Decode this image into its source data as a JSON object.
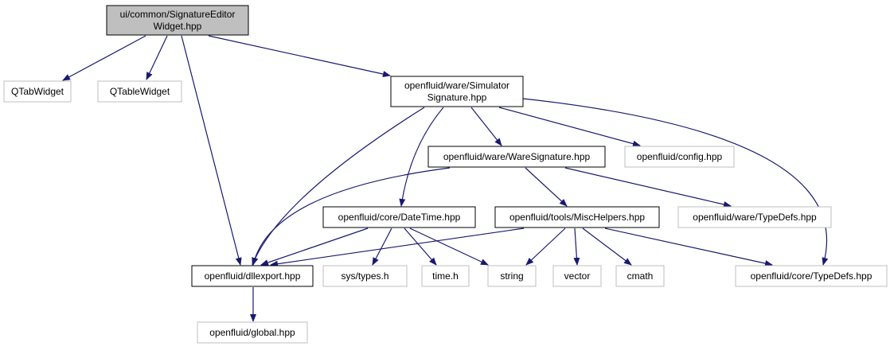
{
  "graph": {
    "colors": {
      "edge": "#191970",
      "root_fill": "#bfbfbf",
      "internal_border": "#000000",
      "external_border": "#bfbfbf",
      "background": "#ffffff"
    },
    "nodes": [
      {
        "id": "root",
        "lines": [
          "ui/common/SignatureEditor",
          "Widget.hpp"
        ],
        "kind": "root"
      },
      {
        "id": "qtabwidget",
        "lines": [
          "QTabWidget"
        ],
        "kind": "external"
      },
      {
        "id": "qtablewidget",
        "lines": [
          "QTableWidget"
        ],
        "kind": "external"
      },
      {
        "id": "simsig",
        "lines": [
          "openfluid/ware/Simulator",
          "Signature.hpp"
        ],
        "kind": "internal"
      },
      {
        "id": "waresig",
        "lines": [
          "openfluid/ware/WareSignature.hpp"
        ],
        "kind": "internal"
      },
      {
        "id": "config",
        "lines": [
          "openfluid/config.hpp"
        ],
        "kind": "external"
      },
      {
        "id": "datetime",
        "lines": [
          "openfluid/core/DateTime.hpp"
        ],
        "kind": "internal"
      },
      {
        "id": "mischelpers",
        "lines": [
          "openfluid/tools/MiscHelpers.hpp"
        ],
        "kind": "internal"
      },
      {
        "id": "waretypedefs",
        "lines": [
          "openfluid/ware/TypeDefs.hpp"
        ],
        "kind": "external"
      },
      {
        "id": "dllexport",
        "lines": [
          "openfluid/dllexport.hpp"
        ],
        "kind": "internal"
      },
      {
        "id": "systypes",
        "lines": [
          "sys/types.h"
        ],
        "kind": "external"
      },
      {
        "id": "timeh",
        "lines": [
          "time.h"
        ],
        "kind": "external"
      },
      {
        "id": "string",
        "lines": [
          "string"
        ],
        "kind": "external"
      },
      {
        "id": "vector",
        "lines": [
          "vector"
        ],
        "kind": "external"
      },
      {
        "id": "cmath",
        "lines": [
          "cmath"
        ],
        "kind": "external"
      },
      {
        "id": "coretypedefs",
        "lines": [
          "openfluid/core/TypeDefs.hpp"
        ],
        "kind": "external"
      },
      {
        "id": "global",
        "lines": [
          "openfluid/global.hpp"
        ],
        "kind": "external"
      }
    ],
    "edges": [
      {
        "from": "root",
        "to": "qtabwidget"
      },
      {
        "from": "root",
        "to": "qtablewidget"
      },
      {
        "from": "root",
        "to": "simsig"
      },
      {
        "from": "root",
        "to": "dllexport"
      },
      {
        "from": "simsig",
        "to": "waresig"
      },
      {
        "from": "simsig",
        "to": "config"
      },
      {
        "from": "simsig",
        "to": "datetime"
      },
      {
        "from": "simsig",
        "to": "dllexport"
      },
      {
        "from": "simsig",
        "to": "coretypedefs"
      },
      {
        "from": "waresig",
        "to": "mischelpers"
      },
      {
        "from": "waresig",
        "to": "waretypedefs"
      },
      {
        "from": "waresig",
        "to": "dllexport"
      },
      {
        "from": "datetime",
        "to": "dllexport"
      },
      {
        "from": "datetime",
        "to": "systypes"
      },
      {
        "from": "datetime",
        "to": "timeh"
      },
      {
        "from": "datetime",
        "to": "string"
      },
      {
        "from": "mischelpers",
        "to": "dllexport"
      },
      {
        "from": "mischelpers",
        "to": "string"
      },
      {
        "from": "mischelpers",
        "to": "vector"
      },
      {
        "from": "mischelpers",
        "to": "cmath"
      },
      {
        "from": "mischelpers",
        "to": "coretypedefs"
      },
      {
        "from": "dllexport",
        "to": "global"
      }
    ]
  }
}
